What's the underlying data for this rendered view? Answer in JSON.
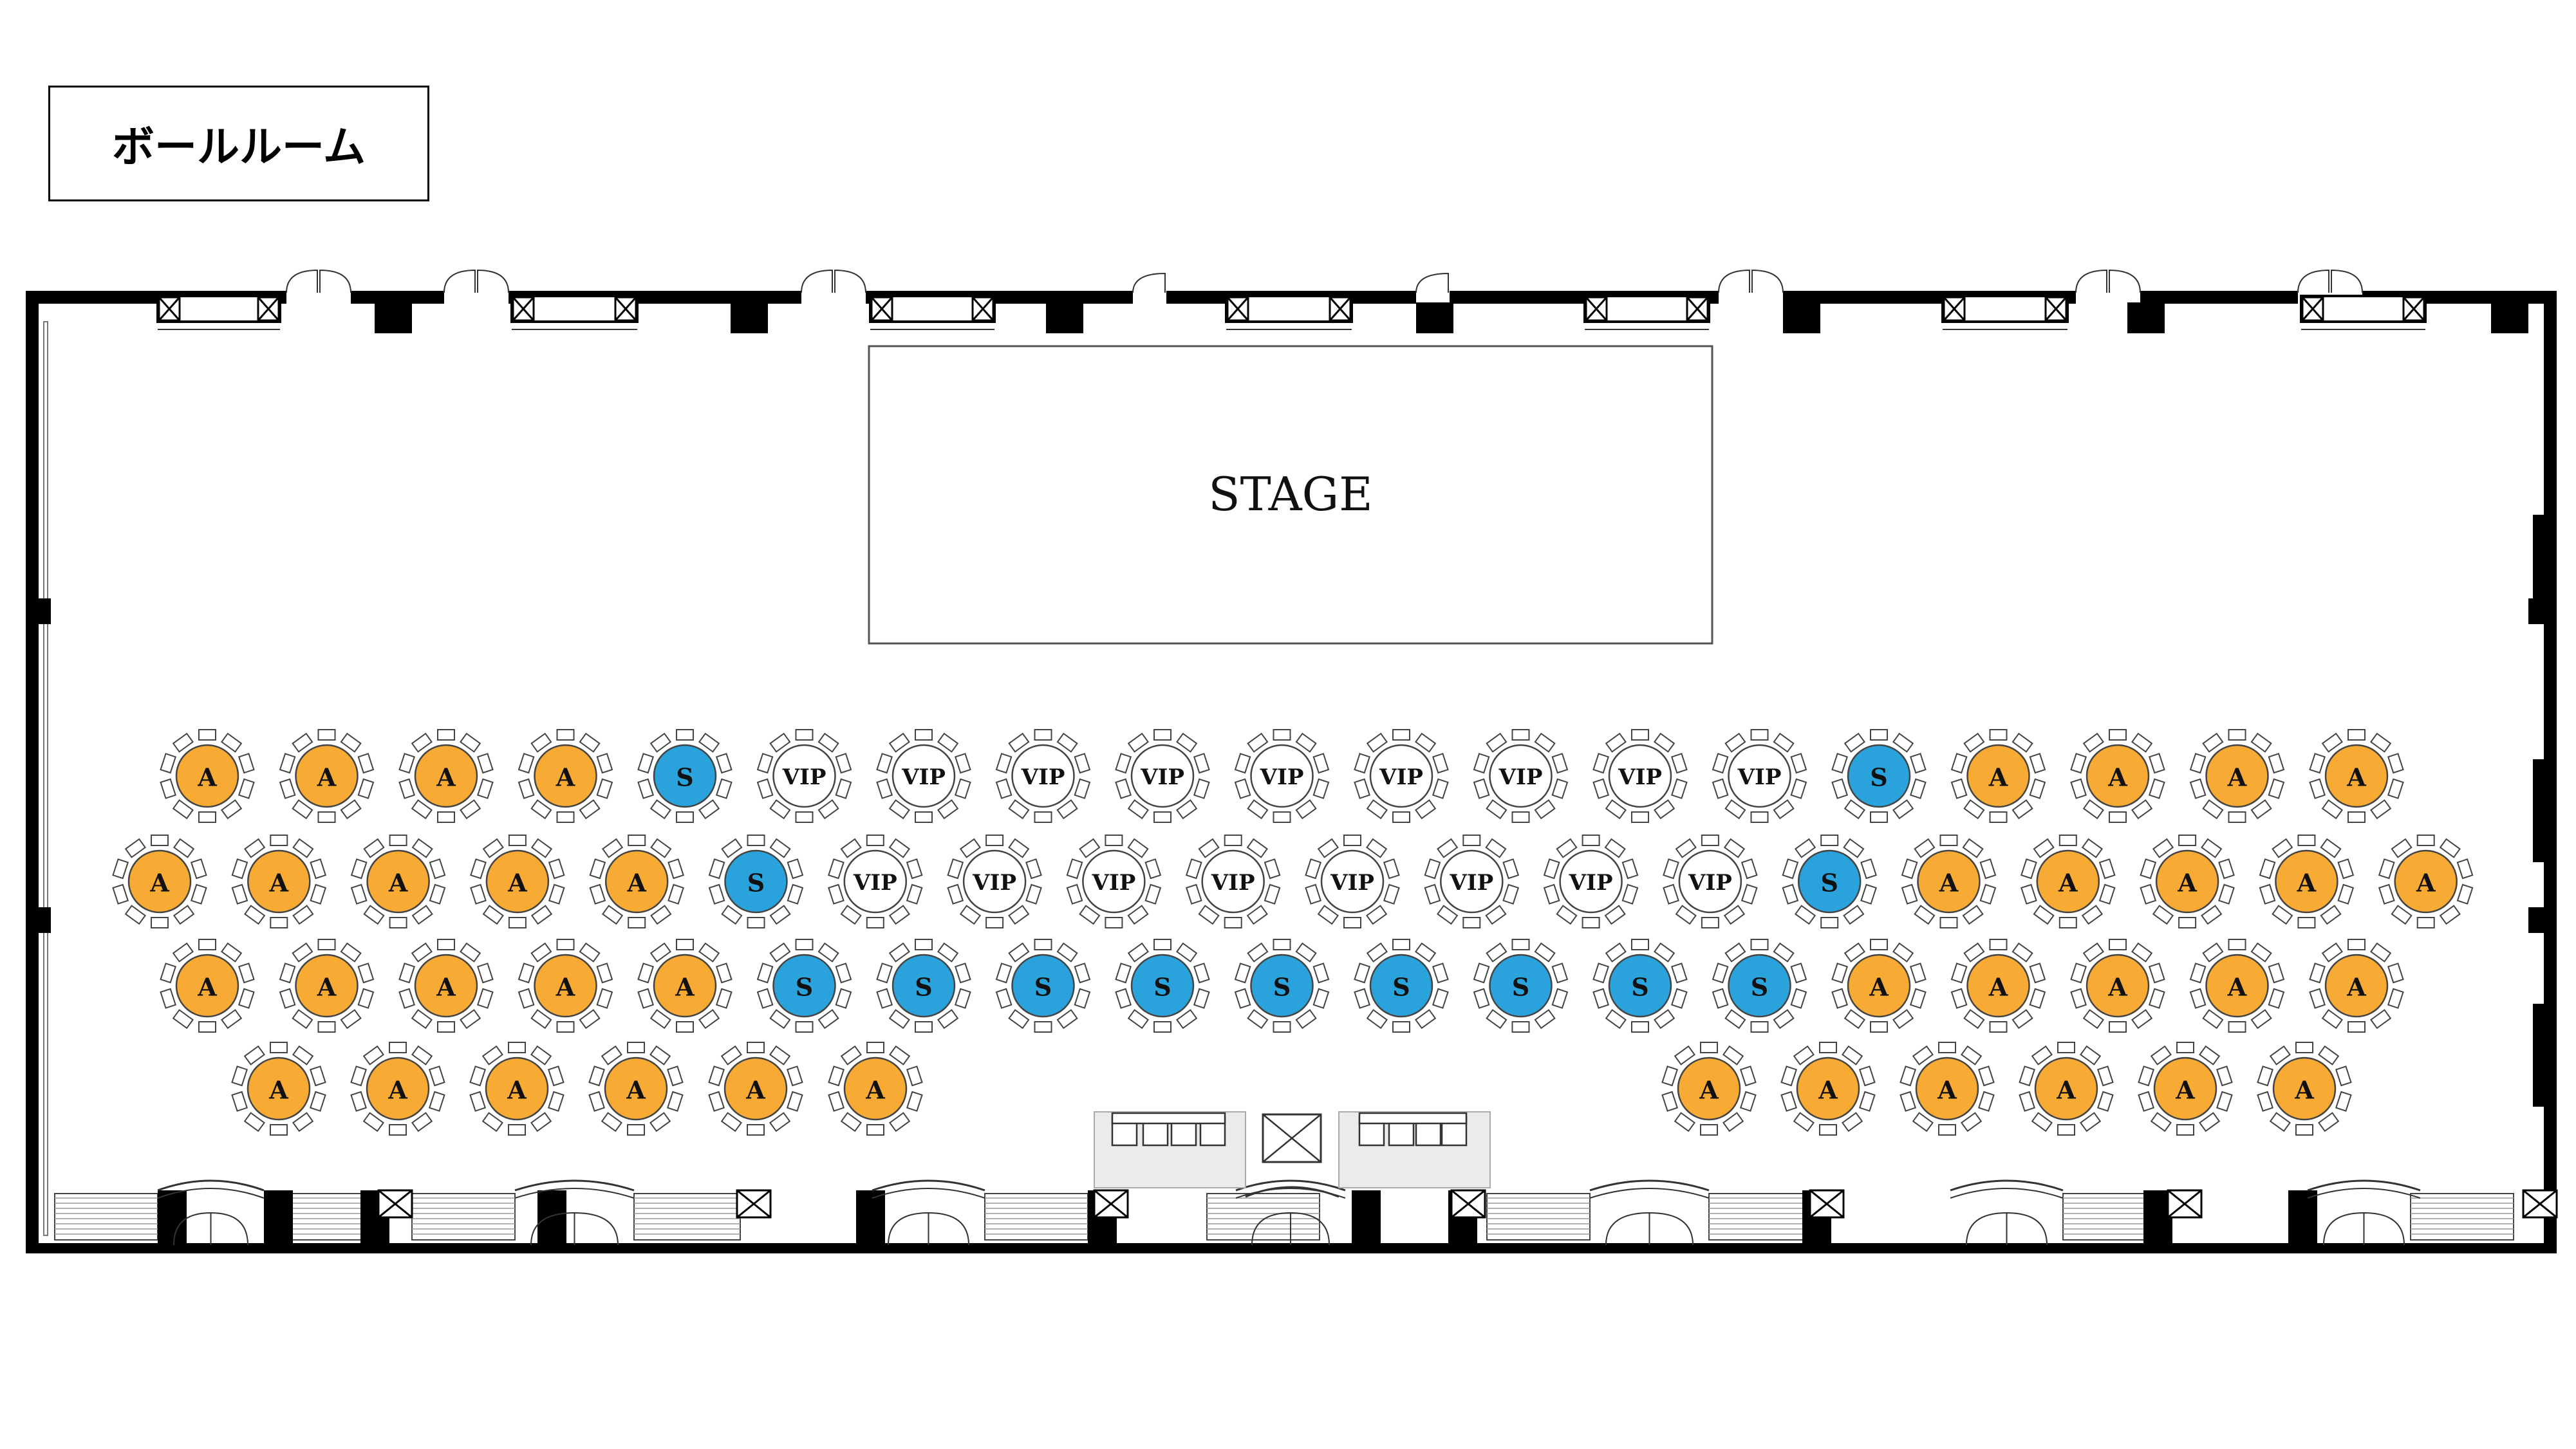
{
  "title": "ボールルーム",
  "stage": {
    "label": "STAGE"
  },
  "colors": {
    "A": "#f7aa34",
    "S": "#2aa3dc",
    "VIP": "#ffffff",
    "wall": "#000000",
    "outline": "#555555"
  },
  "rows": [
    [
      "A",
      "A",
      "A",
      "A",
      "S",
      "VIP",
      "VIP",
      "VIP",
      "VIP",
      "VIP",
      "VIP",
      "VIP",
      "VIP",
      "VIP",
      "S",
      "A",
      "A",
      "A",
      "A"
    ],
    [
      "A",
      "A",
      "A",
      "A",
      "A",
      "S",
      "VIP",
      "VIP",
      "VIP",
      "VIP",
      "VIP",
      "VIP",
      "VIP",
      "VIP",
      "S",
      "A",
      "A",
      "A",
      "A",
      "A"
    ],
    [
      "A",
      "A",
      "A",
      "A",
      "A",
      "S",
      "S",
      "S",
      "S",
      "S",
      "S",
      "S",
      "S",
      "S",
      "A",
      "A",
      "A",
      "A",
      "A"
    ],
    [
      "A",
      "A",
      "A",
      "A",
      "A",
      "A",
      "A",
      "A",
      "A",
      "A",
      "A",
      "A"
    ]
  ]
}
